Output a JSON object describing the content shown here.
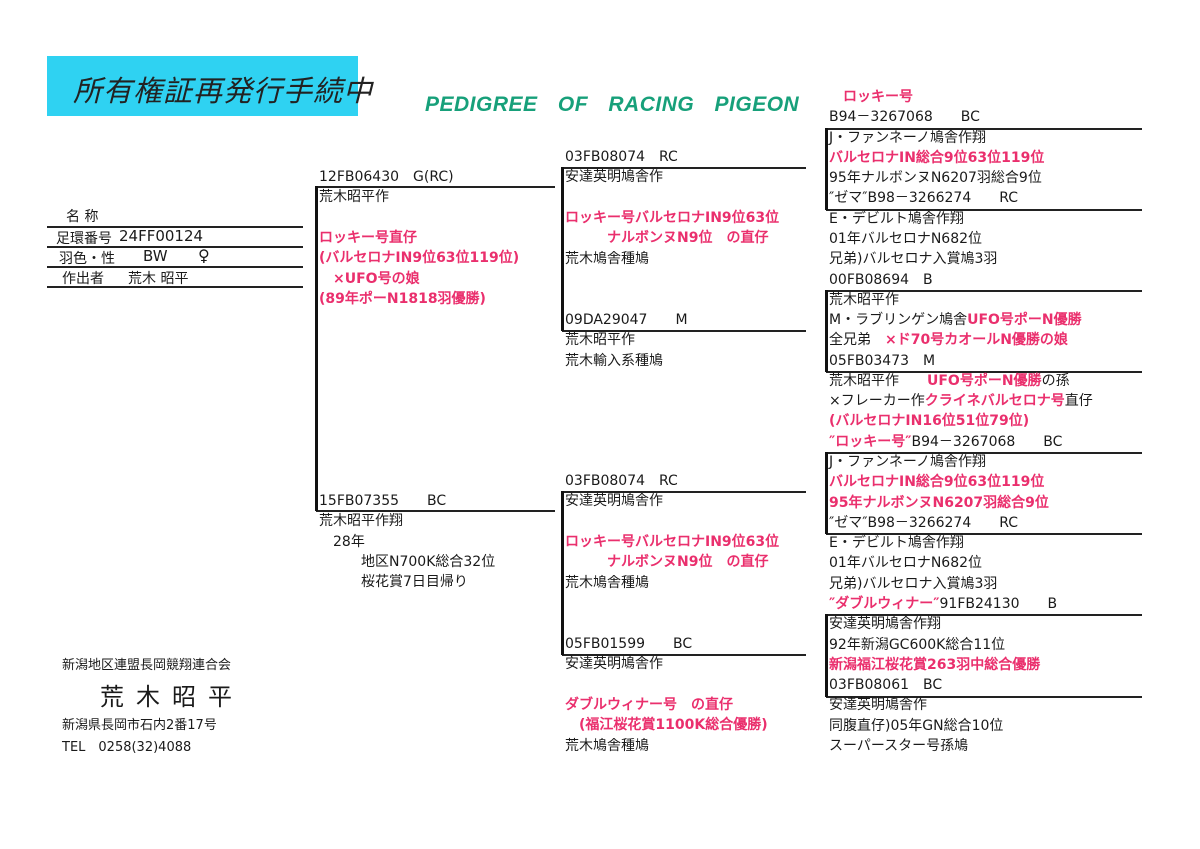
{
  "banner": {
    "handwritten": "所有権証再発行手続中"
  },
  "title": "PEDIGREE OF RACING PIGEON",
  "info": {
    "name_label": "名 称",
    "ring_label": "足環番号",
    "ring_value": "24FF00124",
    "color_sex_label": "羽色・性",
    "color_value": "BW",
    "sex_value": "♀",
    "breeder_label": "作出者",
    "breeder_value": "荒木 昭平"
  },
  "footer": {
    "club": "新潟地区連盟長岡競翔連合会",
    "owner": "荒木昭平",
    "address": "新潟県長岡市石内2番17号",
    "tel": "TEL　0258(32)4088"
  },
  "colors": {
    "accent_red": "#ea2f6d",
    "title_green": "#17a07a",
    "banner_blue": "#2fd2f2"
  },
  "pedigree": {
    "sire": [
      "12FB06430　G(RC)",
      "荒木昭平作",
      "",
      [
        {
          "text": "ロッキー号直仔",
          "red": true
        }
      ],
      [
        {
          "text": "(バルセロナIN9位63位119位)",
          "red": true
        }
      ],
      [
        {
          "text": "　×UFO号の娘",
          "red": true
        }
      ],
      [
        {
          "text": "(89年ポーN1818羽優勝)",
          "red": true
        }
      ]
    ],
    "dam": [
      "15FB07355　　BC",
      "荒木昭平作翔",
      "　28年",
      "　　　地区N700K総合32位",
      "　　　桜花賞7日目帰り"
    ],
    "sire_sire": [
      "03FB08074　RC",
      "安達英明鳩舎作",
      "",
      [
        {
          "text": "ロッキー号バルセロナIN9位63位",
          "red": true
        }
      ],
      [
        {
          "text": "　　　ナルボンヌN9位　の直仔",
          "red": true
        }
      ],
      "荒木鳩舎種鳩"
    ],
    "sire_dam": [
      "09DA29047　　M",
      "荒木昭平作",
      "荒木輸入系種鳩"
    ],
    "dam_sire": [
      "03FB08074　RC",
      "安達英明鳩舎作",
      "",
      [
        {
          "text": "ロッキー号バルセロナIN9位63位",
          "red": true
        }
      ],
      [
        {
          "text": "　　　ナルボンヌN9位　の直仔",
          "red": true
        }
      ],
      "荒木鳩舎種鳩"
    ],
    "dam_dam": [
      "05FB01599　　BC",
      "安達英明鳩舎作",
      "",
      [
        {
          "text": "ダブルウィナー号　の直仔",
          "red": true
        }
      ],
      [
        {
          "text": "　(福江桜花賞1100K総合優勝)",
          "red": true
        }
      ],
      "荒木鳩舎種鳩"
    ],
    "gen3": [
      [
        {
          "text": "　ロッキー号",
          "red": true
        }
      ],
      "B94－3267068　　BC",
      "J・ファンネーノ鳩舎作翔",
      [
        {
          "text": "バルセロナIN総合9位63位119位",
          "red": true
        }
      ],
      "95年ナルボンヌN6207羽総合9位",
      "″ゼマ″B98－3266274　　RC",
      "E・デビルト鳩舎作翔",
      "01年バルセロナN682位",
      "兄弟)バルセロナ入賞鳩3羽",
      "00FB08694　B",
      "荒木昭平作",
      [
        {
          "text": "M・ラブリンゲン鳩舎"
        },
        {
          "text": "UFO号ポーN優勝",
          "red": true
        }
      ],
      [
        {
          "text": "全兄弟　"
        },
        {
          "text": "×ド70号カオールN優勝の娘",
          "red": true
        }
      ],
      "05FB03473　M",
      [
        {
          "text": "荒木昭平作　　"
        },
        {
          "text": "UFO号ポーN優勝",
          "red": true
        },
        {
          "text": "の孫"
        }
      ],
      [
        {
          "text": "×フレーカー作"
        },
        {
          "text": "クライネバルセロナ号",
          "red": true
        },
        {
          "text": "直仔"
        }
      ],
      [
        {
          "text": "(バルセロナIN16位51位79位)",
          "red": true
        }
      ],
      [
        {
          "text": "″ロッキー号″",
          "red": true
        },
        {
          "text": "B94－3267068　　BC"
        }
      ],
      "J・ファンネーノ鳩舎作翔",
      [
        {
          "text": "バルセロナIN総合9位63位119位",
          "red": true
        }
      ],
      [
        {
          "text": "95年ナルボンヌN6207羽総合9位",
          "red": true
        }
      ],
      "″ゼマ″B98－3266274　　RC",
      "E・デビルト鳩舎作翔",
      "01年バルセロナN682位",
      "兄弟)バルセロナ入賞鳩3羽",
      [
        {
          "text": "″ダブルウィナー″",
          "red": true
        },
        {
          "text": "91FB24130　　B"
        }
      ],
      "安達英明鳩舎作翔",
      "92年新潟GC600K総合11位",
      [
        {
          "text": "新潟福江桜花賞263羽中総合優勝",
          "red": true
        }
      ],
      "03FB08061　BC",
      "安達英明鳩舎作",
      "同腹直仔)05年GN総合10位",
      "スーパースター号孫鳩"
    ]
  }
}
